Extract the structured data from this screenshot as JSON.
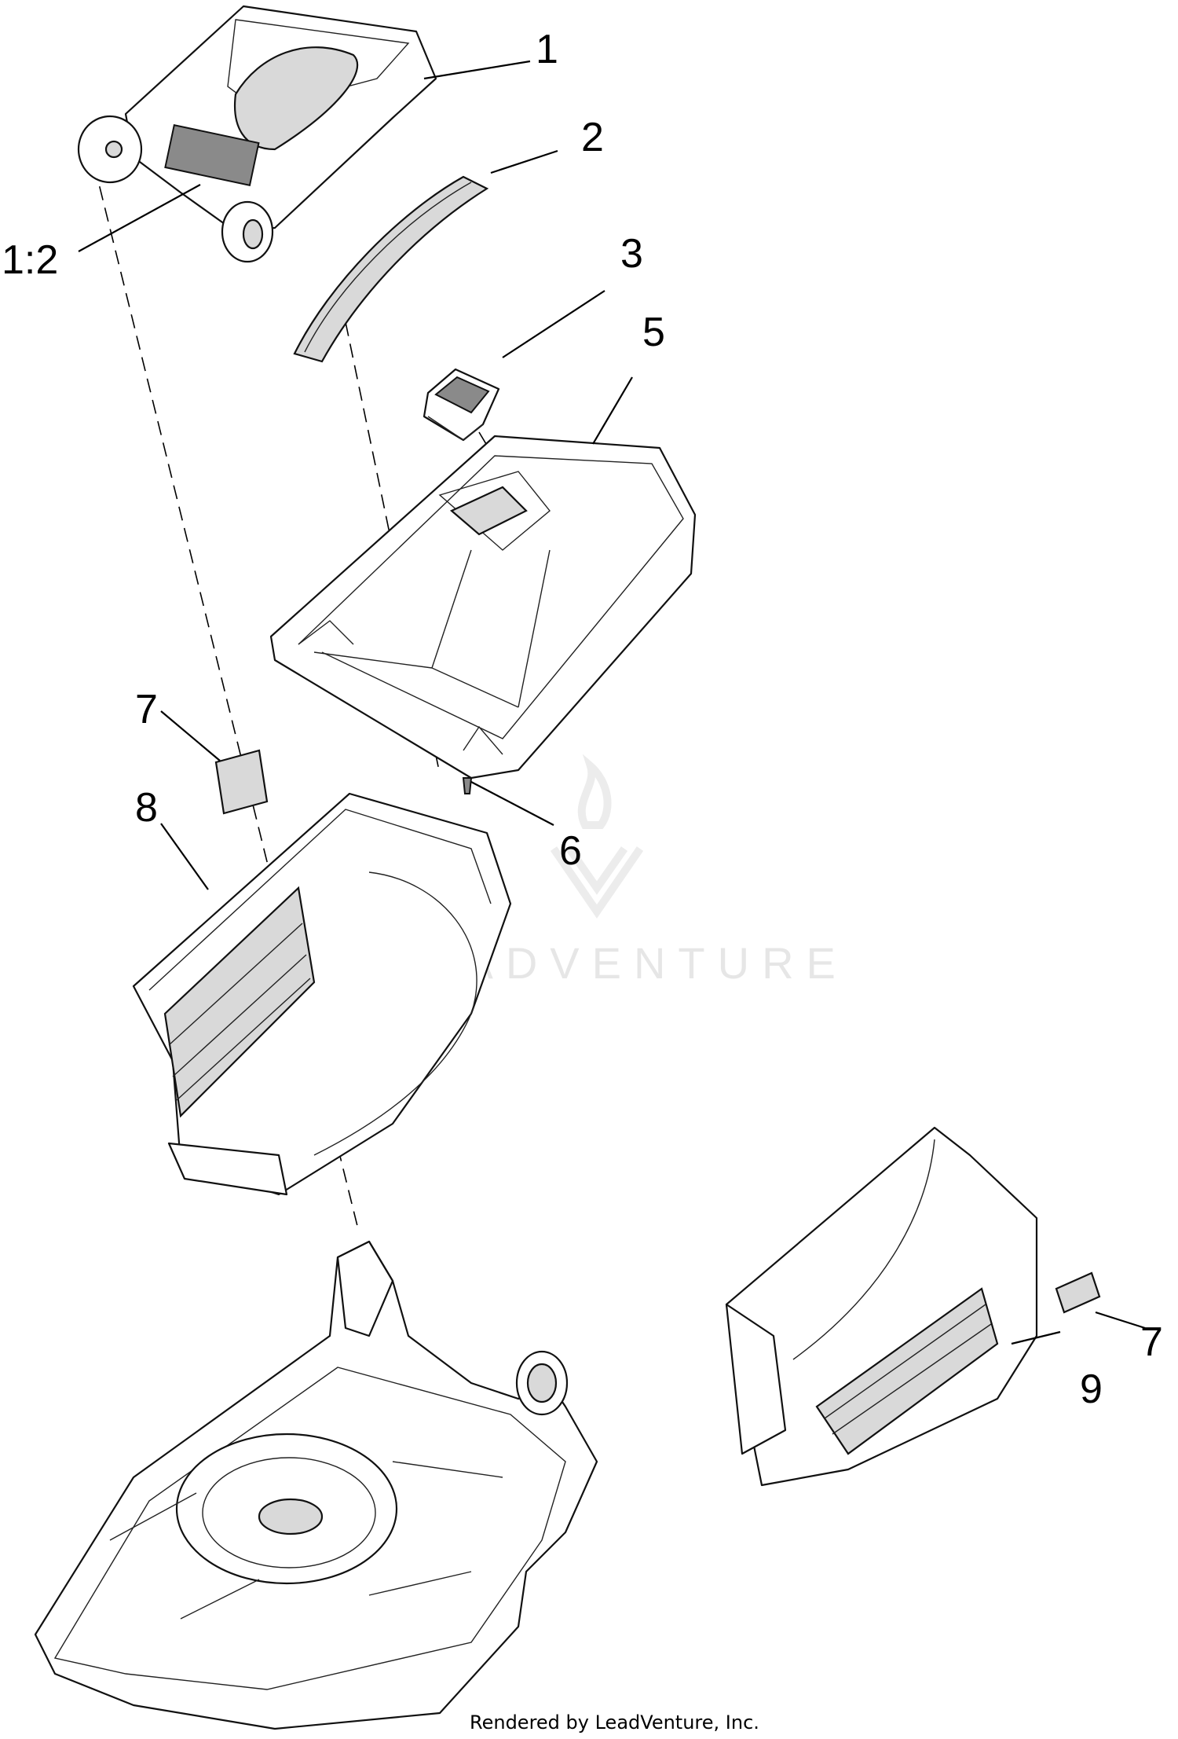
{
  "callouts": {
    "c1": "1",
    "c1_2": "1:2",
    "c2": "2",
    "c3": "3",
    "c5": "5",
    "c6": "6",
    "c7a": "7",
    "c7b": "7",
    "c8": "8",
    "c9": "9"
  },
  "watermark": "LEADVENTURE",
  "footer": "Rendered by LeadVenture, Inc."
}
